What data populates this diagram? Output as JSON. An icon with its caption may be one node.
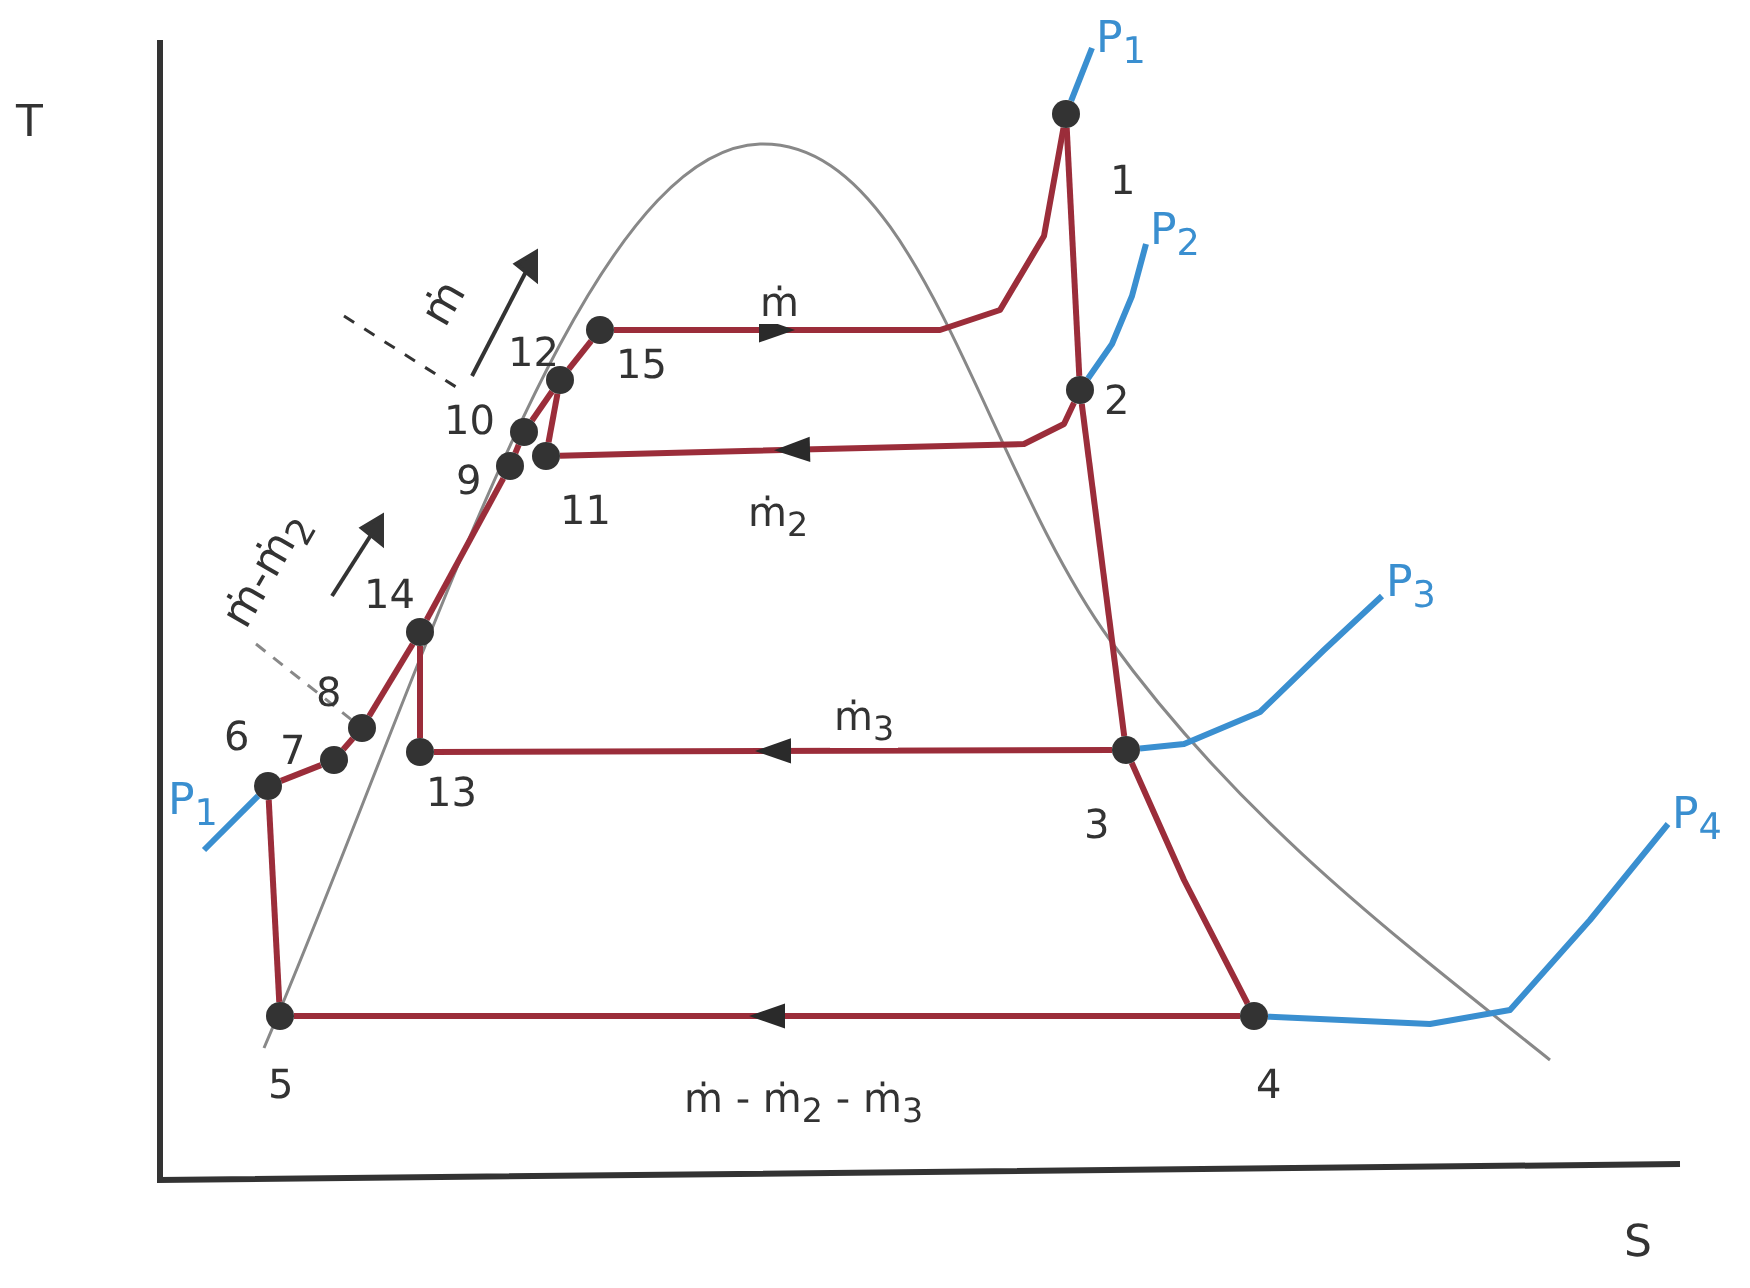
{
  "diagram": {
    "nodes": [
      {
        "text": [],
        "shape": "circle",
        "beside": [
          "1"
        ]
      },
      {
        "text": [],
        "shape": "circle",
        "beside": [
          "15"
        ]
      },
      {
        "text": [],
        "shape": "circle",
        "beside": [
          "12"
        ]
      },
      {
        "text": [],
        "shape": "circle",
        "beside": [
          "2"
        ]
      },
      {
        "text": [],
        "shape": "circle",
        "beside": [
          "10"
        ]
      },
      {
        "text": [],
        "shape": "circle",
        "beside": [
          "9"
        ]
      },
      {
        "text": [],
        "shape": "circle",
        "beside": [
          "11"
        ]
      },
      {
        "text": [],
        "shape": "circle",
        "beside": [
          "14"
        ]
      },
      {
        "text": [],
        "shape": "circle",
        "beside": [
          "8"
        ]
      },
      {
        "text": [],
        "shape": "circle",
        "beside": [
          "7"
        ]
      },
      {
        "text": [],
        "shape": "circle",
        "beside": [
          "6"
        ]
      },
      {
        "text": [],
        "shape": "circle",
        "beside": [
          "13"
        ]
      },
      {
        "text": [],
        "shape": "circle",
        "beside": [
          "3"
        ]
      },
      {
        "text": [],
        "shape": "circle",
        "beside": [
          "5"
        ]
      },
      {
        "text": [],
        "shape": "circle",
        "beside": [
          "4"
        ]
      },
      {
        "text": [
          "P$_{1}$"
        ]
      },
      {
        "text": [
          "P$_{2}$"
        ]
      },
      {
        "text": [
          "P$_{3}$"
        ]
      },
      {
        "text": [
          "P$_{4}$"
        ]
      },
      {
        "text": [
          "P$_{1}$"
        ]
      },
      {
        "text": [
          "ṁ-ṁ$_{2}$"
        ]
      }
    ],
    "edges": [
      {
        "from": 1,
        "to": 0,
        "arrow": "to",
        "label": "ṁ"
      },
      {
        "from": 0,
        "to": 3,
        "arrow": "none"
      },
      {
        "from": 3,
        "to": 6,
        "arrow": "to",
        "label": "ṁ$_{2}$"
      },
      {
        "from": 3,
        "to": 12,
        "arrow": "none"
      },
      {
        "from": 12,
        "to": 11,
        "arrow": "to",
        "label": "ṁ$_{3}$"
      },
      {
        "from": 12,
        "to": 14,
        "arrow": "none"
      },
      {
        "from": 14,
        "to": 13,
        "arrow": "to",
        "label": "ṁ - ṁ$_{2}$ - ṁ$_{3}$"
      },
      {
        "from": 13,
        "to": 10,
        "arrow": "none"
      },
      {
        "from": 10,
        "to": 9,
        "arrow": "none"
      },
      {
        "from": 9,
        "to": 8,
        "arrow": "none"
      },
      {
        "from": 8,
        "to": 7,
        "arrow": "none"
      },
      {
        "from": 11,
        "to": 7,
        "arrow": "none"
      },
      {
        "from": 7,
        "to": 5,
        "arrow": "none"
      },
      {
        "from": 5,
        "to": 4,
        "arrow": "none"
      },
      {
        "from": 4,
        "to": 2,
        "arrow": "none"
      },
      {
        "from": 6,
        "to": 2,
        "arrow": "none"
      },
      {
        "from": 2,
        "to": 1,
        "arrow": "none"
      },
      {
        "from": 0,
        "to": 15,
        "arrow": "none",
        "color": "#3a8fd0"
      },
      {
        "from": 3,
        "to": 16,
        "arrow": "none",
        "color": "#3a8fd0"
      },
      {
        "from": 12,
        "to": 17,
        "arrow": "none",
        "color": "#3a8fd0"
      },
      {
        "from": 14,
        "to": 18,
        "arrow": "none",
        "color": "#3a8fd0"
      },
      {
        "from": 10,
        "to": 19,
        "arrow": "none",
        "color": "#3a8fd0"
      },
      {
        "from": 20,
        "to": 8,
        "arrow": "none",
        "style": "dashed",
        "color": "#888888"
      }
    ],
    "labels": [
      "T",
      "ṁ",
      "S"
    ]
  }
}
